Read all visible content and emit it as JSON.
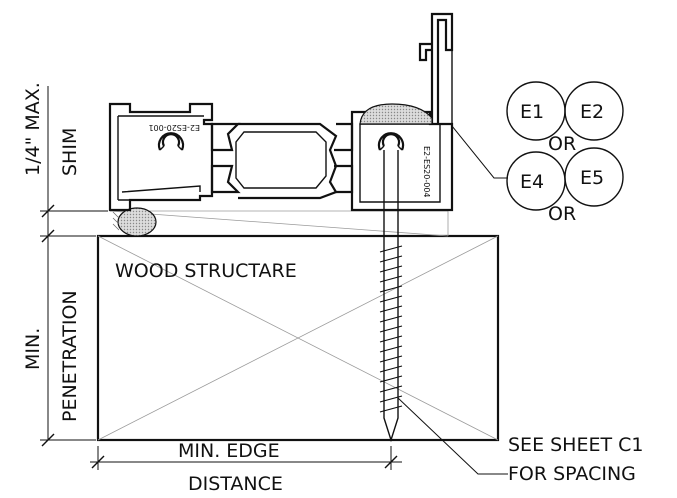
{
  "labels": {
    "shim_max": "1/4\" MAX.",
    "shim": "SHIM",
    "min": "MIN.",
    "penetration": "PENETRATION",
    "wood_structure": "WOOD STRUCTARE",
    "min_edge": "MIN. EDGE",
    "distance": "DISTANCE",
    "see_sheet": "SEE SHEET C1",
    "for_spacing": "FOR SPACING",
    "profile_code_left": "E2-ES20-001",
    "profile_code_right": "E2-ES20-004"
  },
  "callouts": {
    "bubbles": [
      "E1",
      "E2",
      "E4",
      "E5"
    ],
    "or_1": "OR",
    "or_2": "OR"
  }
}
